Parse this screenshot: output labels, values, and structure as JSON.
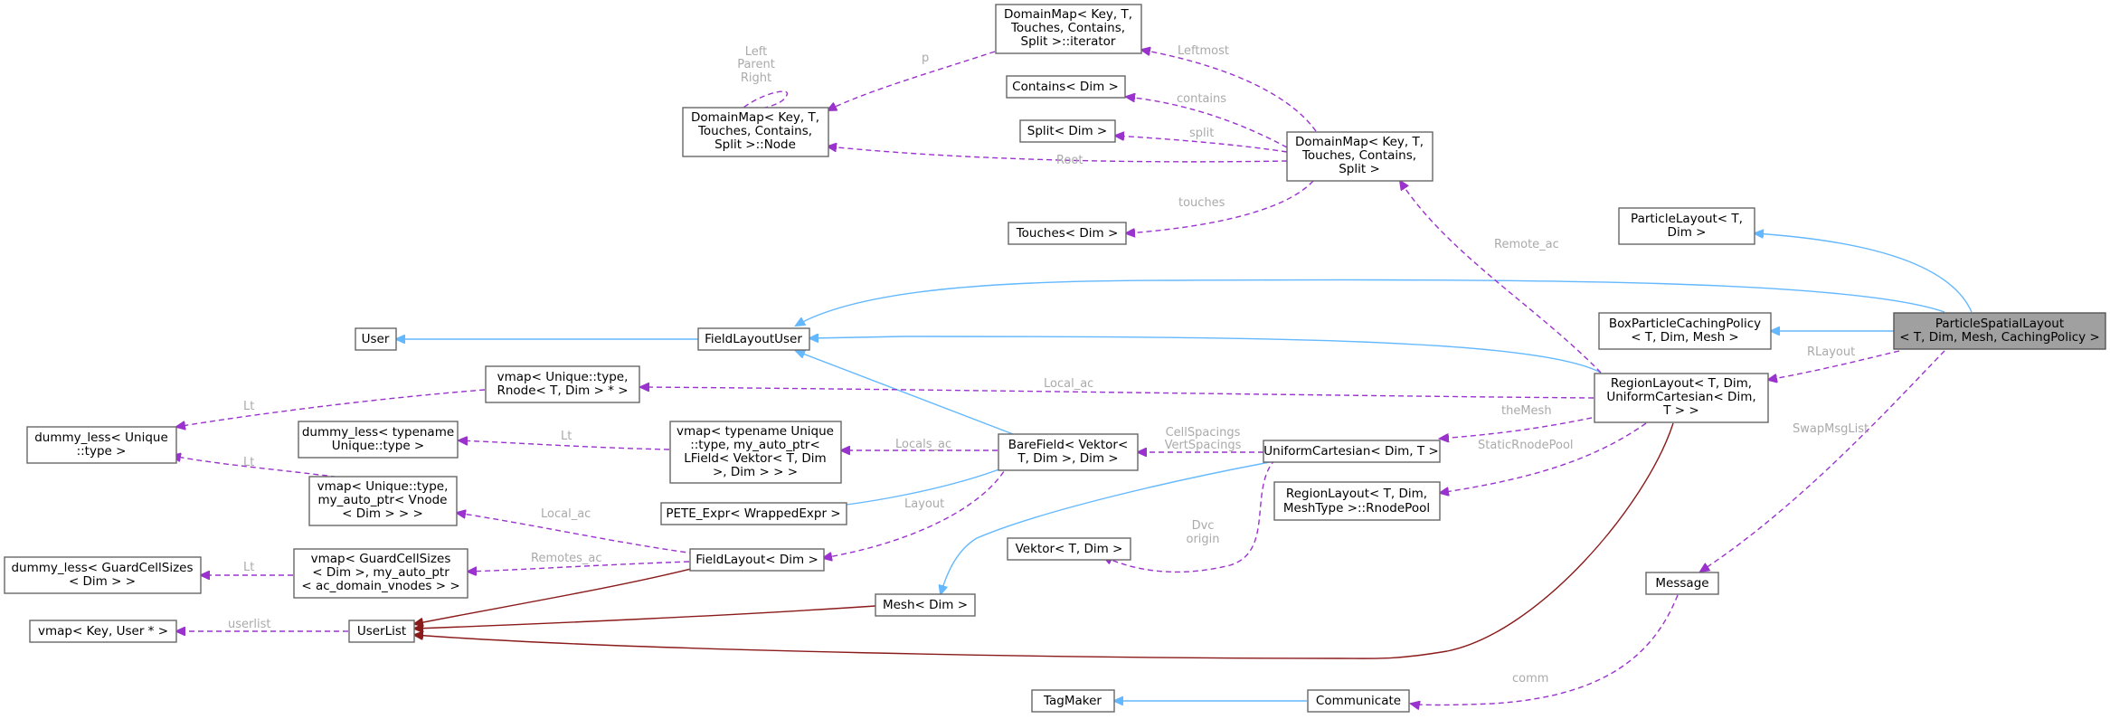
{
  "nodes": {
    "dm_iterator": [
      "DomainMap< Key, T,",
      "Touches, Contains,",
      "Split >::iterator"
    ],
    "dm_node": [
      "DomainMap< Key, T,",
      "Touches, Contains,",
      "Split >::Node"
    ],
    "contains": [
      "Contains< Dim >"
    ],
    "split": [
      "Split< Dim >"
    ],
    "domainmap": [
      "DomainMap< Key, T,",
      "Touches, Contains,",
      "Split >"
    ],
    "touches": [
      "Touches< Dim >"
    ],
    "particle_layout": [
      "ParticleLayout< T,",
      "Dim >"
    ],
    "box_caching": [
      "BoxParticleCachingPolicy",
      "< T, Dim, Mesh >"
    ],
    "particle_spatial": [
      "ParticleSpatialLayout",
      "< T, Dim, Mesh, CachingPolicy >"
    ],
    "user": [
      "User"
    ],
    "field_layout_user": [
      "FieldLayoutUser"
    ],
    "vmap_rnode": [
      "vmap< Unique::type,",
      "Rnode< T, Dim > * >"
    ],
    "region_layout": [
      "RegionLayout< T, Dim,",
      "UniformCartesian< Dim,",
      "T > >"
    ],
    "dummy_less_unique": [
      "dummy_less< Unique",
      "::type >"
    ],
    "dummy_less_typename": [
      "dummy_less< typename",
      "Unique::type >"
    ],
    "vmap_typename": [
      "vmap< typename Unique",
      "::type, my_auto_ptr<",
      "LField< Vektor< T, Dim",
      ">, Dim > > >"
    ],
    "barefield": [
      "BareField< Vektor<",
      "T, Dim >, Dim >"
    ],
    "uniform_cartesian": [
      "UniformCartesian< Dim, T >"
    ],
    "vmap_vnode": [
      "vmap< Unique::type,",
      "my_auto_ptr< Vnode",
      "< Dim > > >"
    ],
    "pete_expr": [
      "PETE_Expr< WrappedExpr >"
    ],
    "region_rnodepool": [
      "RegionLayout< T, Dim,",
      "MeshType >::RnodePool"
    ],
    "vektor": [
      "Vektor< T, Dim >"
    ],
    "dummy_less_guard": [
      "dummy_less< GuardCellSizes",
      "< Dim > >"
    ],
    "vmap_guard": [
      "vmap< GuardCellSizes",
      "< Dim >, my_auto_ptr",
      "< ac_domain_vnodes > >"
    ],
    "field_layout": [
      "FieldLayout< Dim >"
    ],
    "message": [
      "Message"
    ],
    "mesh": [
      "Mesh< Dim >"
    ],
    "vmap_key_user": [
      "vmap< Key, User * >"
    ],
    "userlist": [
      "UserList"
    ],
    "tagmaker": [
      "TagMaker"
    ],
    "communicate": [
      "Communicate"
    ]
  },
  "edge_labels": {
    "p": "p",
    "node_self": [
      "Left",
      "Parent",
      "Right"
    ],
    "leftmost": "Leftmost",
    "contains": "contains",
    "split": "split",
    "root": "Root",
    "touches": "touches",
    "remote_ac": "Remote_ac",
    "rlayout": "RLayout",
    "local_ac_rnode": "Local_ac",
    "lt_rnode": "Lt",
    "lt_typename": "Lt",
    "locals_ac": "Locals_ac",
    "themesh": "theMesh",
    "cell_spacings": [
      "CellSpacings",
      "VertSpacings"
    ],
    "static_rnode_pool": "StaticRnodePool",
    "swap_msg_list": "SwapMsgList",
    "lt_vnode": "Lt",
    "layout": "Layout",
    "local_ac_vnode": "Local_ac",
    "dvc_origin": [
      "Dvc",
      "origin"
    ],
    "lt_guard": "Lt",
    "remotes_ac": "Remotes_ac",
    "userlist": "userlist",
    "comm": "comm"
  },
  "colors": {
    "inheritance": "#63b8ff",
    "usage": "#9a32cd",
    "template": "#8b1a1a",
    "edge_label": "#aaaaaa",
    "highlight_fill": "#a0a0a0"
  }
}
